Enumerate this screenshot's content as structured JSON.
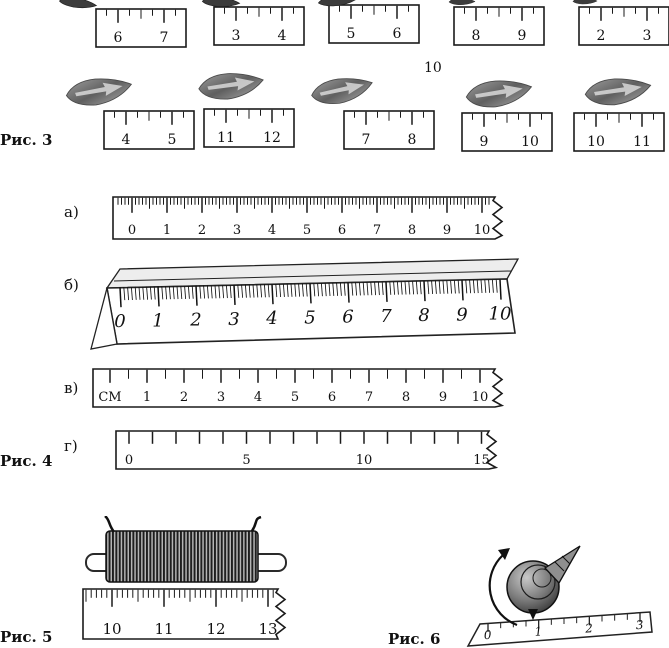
{
  "page_number": "10",
  "figure3": {
    "caption": "Рис. 3",
    "row1": [
      {
        "numbers": [
          "6",
          "7"
        ]
      },
      {
        "numbers": [
          "3",
          "4"
        ]
      },
      {
        "numbers": [
          "5",
          "6"
        ]
      },
      {
        "numbers": [
          "8",
          "9"
        ]
      },
      {
        "numbers": [
          "2",
          "3"
        ]
      }
    ],
    "row2": [
      {
        "numbers": [
          "4",
          "5"
        ]
      },
      {
        "numbers": [
          "11",
          "12"
        ]
      },
      {
        "numbers": [
          "7",
          "8"
        ]
      },
      {
        "numbers": [
          "9",
          "10"
        ]
      },
      {
        "numbers": [
          "10",
          "11"
        ]
      }
    ]
  },
  "figure4": {
    "caption": "Рис. 4",
    "rulers": [
      {
        "label": "а)",
        "numbers": [
          "0",
          "1",
          "2",
          "3",
          "4",
          "5",
          "6",
          "7",
          "8",
          "9",
          "10"
        ],
        "divisions_per_unit": 10
      },
      {
        "label": "б)",
        "style": "triangular",
        "numbers": [
          "0",
          "1",
          "2",
          "3",
          "4",
          "5",
          "6",
          "7",
          "8",
          "9",
          "10"
        ],
        "divisions_per_unit": 10
      },
      {
        "label": "в)",
        "prefix": "СМ",
        "numbers": [
          "1",
          "2",
          "3",
          "4",
          "5",
          "6",
          "7",
          "8",
          "9",
          "10"
        ],
        "divisions_per_unit": 2
      },
      {
        "label": "г)",
        "numbers": [
          "0",
          "5",
          "10",
          "15"
        ],
        "divisions_per_unit": 1
      }
    ]
  },
  "figure5": {
    "caption": "Рис. 5",
    "numbers": [
      "10",
      "11",
      "12",
      "13"
    ],
    "divisions_per_unit": 10
  },
  "figure6": {
    "caption": "Рис. 6",
    "numbers": [
      "0",
      "1",
      "2",
      "3"
    ]
  }
}
